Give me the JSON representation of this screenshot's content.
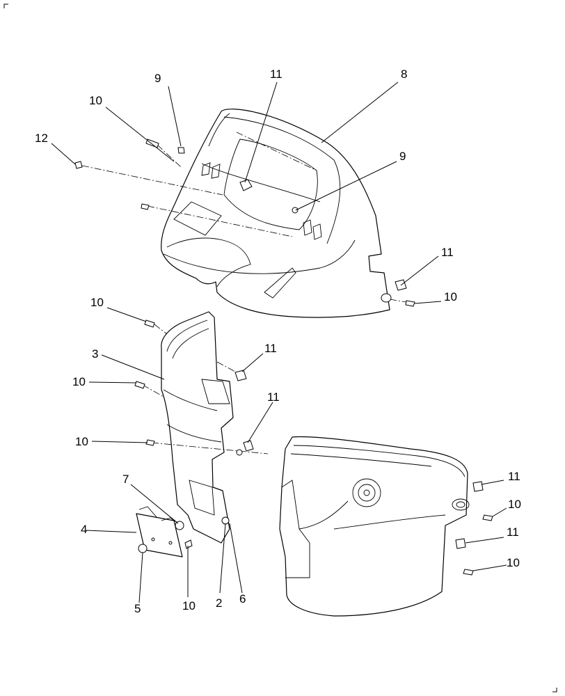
{
  "callouts": [
    {
      "id": "c1",
      "label": "9"
    },
    {
      "id": "c2",
      "label": "11"
    },
    {
      "id": "c3",
      "label": "8"
    },
    {
      "id": "c4",
      "label": "10"
    },
    {
      "id": "c5",
      "label": "12"
    },
    {
      "id": "c6",
      "label": "9"
    },
    {
      "id": "c7",
      "label": "11"
    },
    {
      "id": "c8",
      "label": "10"
    },
    {
      "id": "c9",
      "label": "10"
    },
    {
      "id": "c10",
      "label": "11"
    },
    {
      "id": "c11",
      "label": "3"
    },
    {
      "id": "c12",
      "label": "10"
    },
    {
      "id": "c13",
      "label": "11"
    },
    {
      "id": "c14",
      "label": "10"
    },
    {
      "id": "c15",
      "label": "11"
    },
    {
      "id": "c16",
      "label": "7"
    },
    {
      "id": "c17",
      "label": "10"
    },
    {
      "id": "c18",
      "label": "4"
    },
    {
      "id": "c19",
      "label": "11"
    },
    {
      "id": "c20",
      "label": "10"
    },
    {
      "id": "c21",
      "label": "5"
    },
    {
      "id": "c22",
      "label": "10"
    },
    {
      "id": "c23",
      "label": "2"
    },
    {
      "id": "c24",
      "label": "6"
    }
  ]
}
